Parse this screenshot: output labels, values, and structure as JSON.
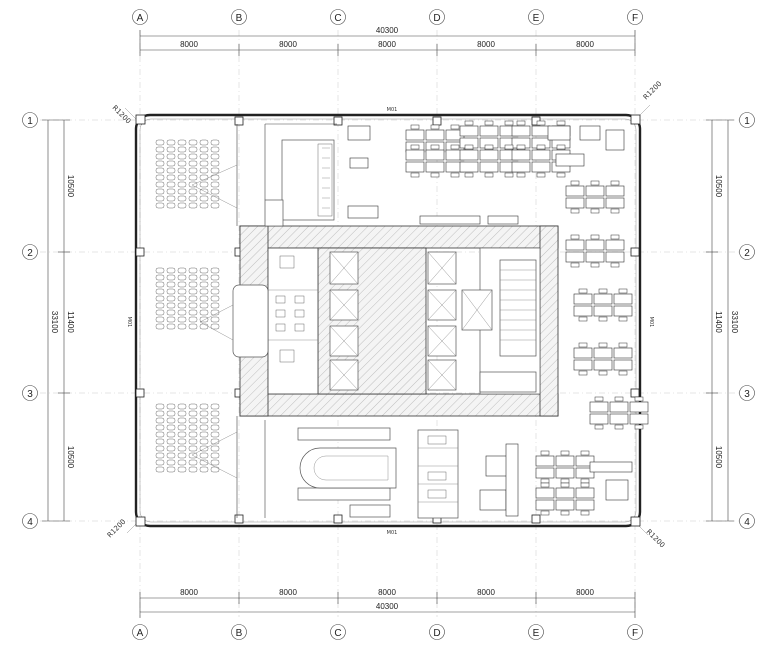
{
  "axes": {
    "columns": [
      "A",
      "B",
      "C",
      "D",
      "E",
      "F"
    ],
    "rows": [
      "1",
      "2",
      "3",
      "4"
    ]
  },
  "dimensions": {
    "total_horizontal": "40300",
    "bays_horizontal": [
      "8000",
      "8000",
      "8000",
      "8000",
      "8000"
    ],
    "total_vertical": "33100",
    "bays_vertical": [
      "10500",
      "11400",
      "10500"
    ]
  },
  "corner_radius_label": "R1200",
  "wall_marks": {
    "top": "M01",
    "bottom": "M01",
    "left": "M01",
    "right": "M01"
  }
}
